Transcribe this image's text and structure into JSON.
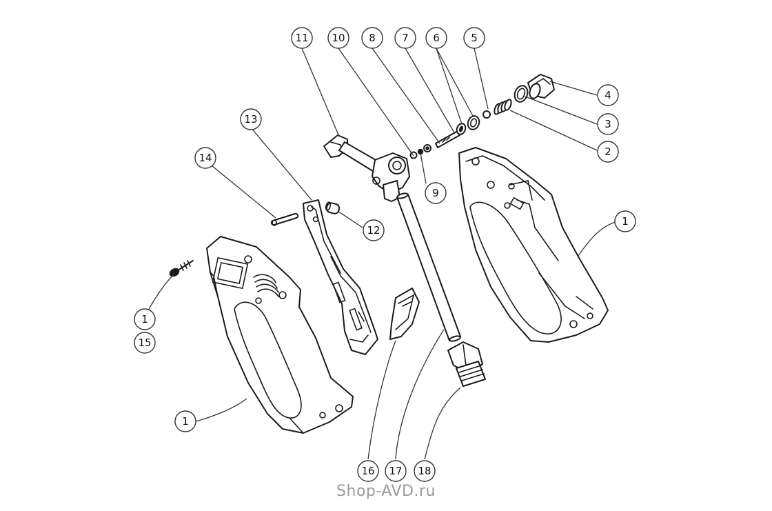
{
  "callouts": {
    "c11": "11",
    "c10": "10",
    "c8": "8",
    "c7": "7",
    "c6": "6",
    "c5": "5",
    "c4": "4",
    "c3": "3",
    "c2": "2",
    "c13": "13",
    "c14": "14",
    "c9": "9",
    "c12": "12",
    "c1_right": "1",
    "c1_left_top": "1",
    "c15": "15",
    "c1_left_bottom": "1",
    "c16": "16",
    "c17": "17",
    "c18": "18"
  },
  "watermark": "Shop-AVD.ru"
}
